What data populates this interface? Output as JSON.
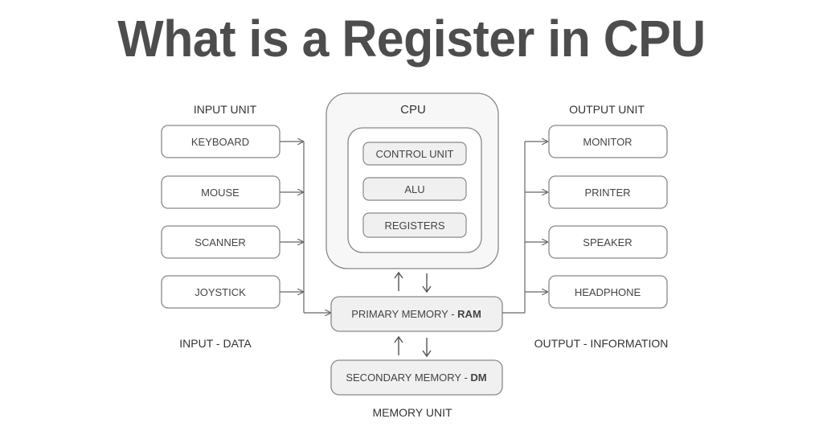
{
  "title": "What is a Register in CPU",
  "input": {
    "heading": "INPUT UNIT",
    "items": [
      "KEYBOARD",
      "MOUSE",
      "SCANNER",
      "JOYSTICK"
    ],
    "footer": "INPUT - DATA"
  },
  "output": {
    "heading": "OUTPUT UNIT",
    "items": [
      "MONITOR",
      "PRINTER",
      "SPEAKER",
      "HEADPHONE"
    ],
    "footer": "OUTPUT - INFORMATION"
  },
  "cpu": {
    "heading": "CPU",
    "items": [
      "CONTROL UNIT",
      "ALU",
      "REGISTERS"
    ]
  },
  "memory": {
    "primary": "PRIMARY MEMORY - ",
    "primary_bold": "RAM",
    "secondary": "SECONDARY MEMORY - ",
    "secondary_bold": "DM",
    "heading": "MEMORY UNIT"
  },
  "colors": {
    "stroke": "#888888",
    "fill_inner": "#f0f0f0",
    "fill_outer": "#f7f7f7",
    "title": "#4d4d4d"
  }
}
